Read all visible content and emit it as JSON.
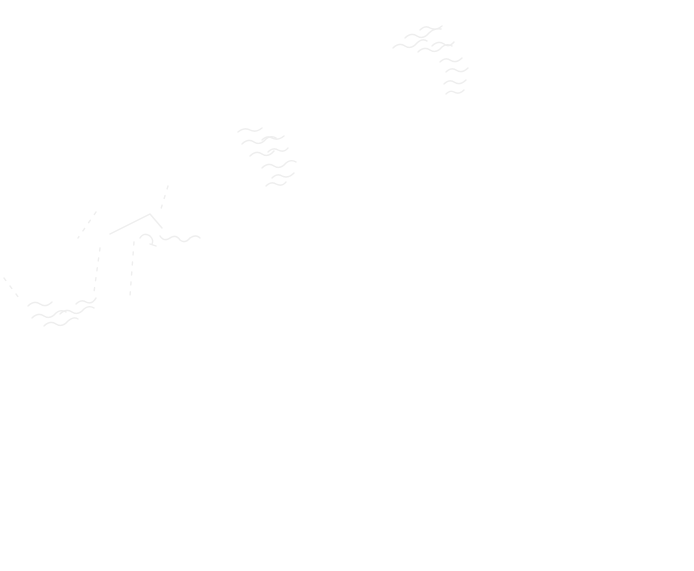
{
  "canvas": {
    "background_color": "#ffffff",
    "stroke_color": "#eeeeee"
  },
  "marks": [
    {
      "name": "wave-cluster-top-right",
      "kind": "wavy-line-cluster"
    },
    {
      "name": "wave-cluster-middle",
      "kind": "wavy-line-cluster"
    },
    {
      "name": "house-roof-sketch",
      "kind": "line-sketch"
    },
    {
      "name": "dotted-trail-left",
      "kind": "dotted-line"
    },
    {
      "name": "wave-cluster-bottom-left",
      "kind": "wavy-line-cluster"
    }
  ]
}
